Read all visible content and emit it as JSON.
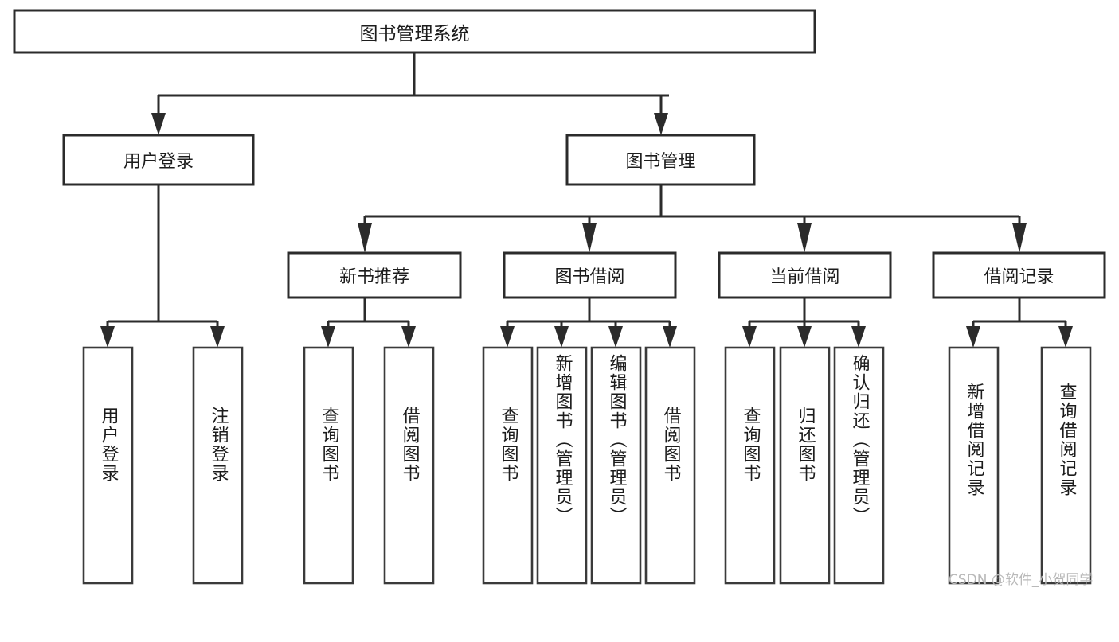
{
  "diagram": {
    "title": "图书管理系统",
    "type": "hierarchy-tree",
    "root": {
      "label": "图书管理系统",
      "name": "node-root-library-system"
    },
    "level2": [
      {
        "label": "用户登录",
        "name": "node-user-login"
      },
      {
        "label": "图书管理",
        "name": "node-book-management"
      }
    ],
    "level3": [
      {
        "label": "新书推荐",
        "name": "node-new-book-recommend"
      },
      {
        "label": "图书借阅",
        "name": "node-book-borrow"
      },
      {
        "label": "当前借阅",
        "name": "node-current-borrow"
      },
      {
        "label": "借阅记录",
        "name": "node-borrow-record"
      }
    ],
    "leaves": {
      "user_login": [
        {
          "label": "用户登录",
          "name": "leaf-user-login"
        },
        {
          "label": "注销登录",
          "name": "leaf-logout"
        }
      ],
      "new_book_recommend": [
        {
          "label": "查询图书",
          "name": "leaf-query-book-1"
        },
        {
          "label": "借阅图书",
          "name": "leaf-borrow-book-1"
        }
      ],
      "book_borrow": [
        {
          "label": "查询图书",
          "name": "leaf-query-book-2"
        },
        {
          "label": "新增图书（管理员）",
          "name": "leaf-add-book-admin"
        },
        {
          "label": "编辑图书（管理员）",
          "name": "leaf-edit-book-admin"
        },
        {
          "label": "借阅图书",
          "name": "leaf-borrow-book-2"
        }
      ],
      "current_borrow": [
        {
          "label": "查询图书",
          "name": "leaf-query-book-3"
        },
        {
          "label": "归还图书",
          "name": "leaf-return-book"
        },
        {
          "label": "确认归还（管理员）",
          "name": "leaf-confirm-return-admin"
        }
      ],
      "borrow_record": [
        {
          "label": "新增借阅记录",
          "name": "leaf-add-borrow-record"
        },
        {
          "label": "查询借阅记录",
          "name": "leaf-query-borrow-record"
        }
      ]
    }
  },
  "watermark": {
    "text": "CSDN @软件_小贺同学"
  },
  "colors": {
    "background": "#ffffff",
    "box_fill": "#ffffff",
    "box_stroke": "#2b2b2b",
    "text": "#1c1c1c",
    "watermark": "#b9b9b9"
  }
}
